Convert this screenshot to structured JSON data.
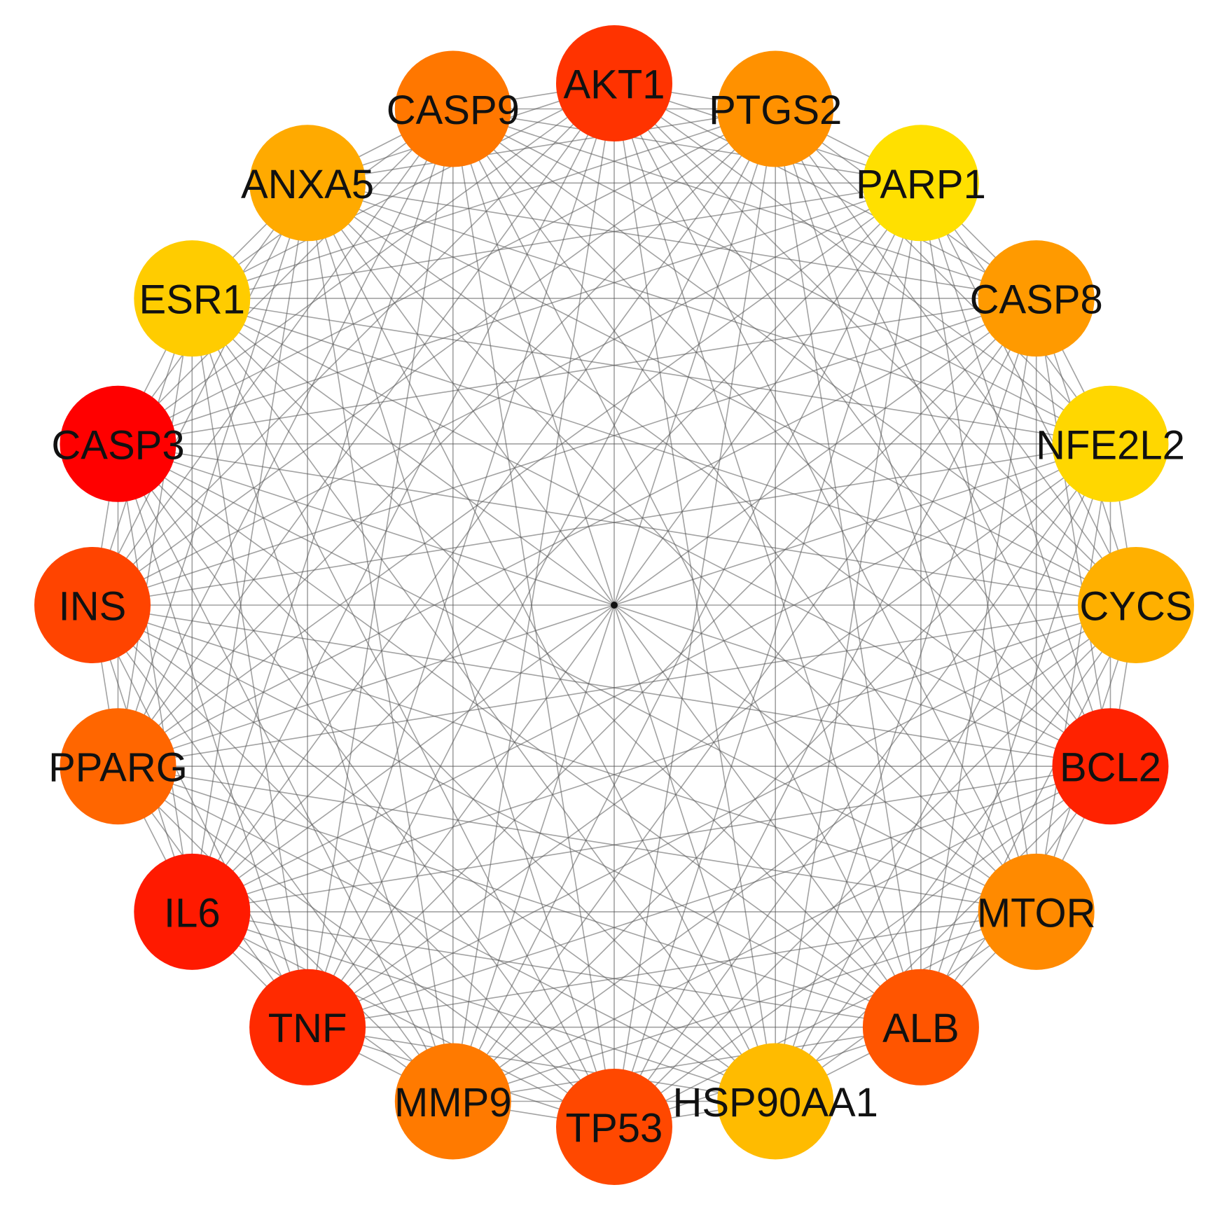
{
  "network": {
    "nodes": [
      {
        "id": "AKT1",
        "label": "AKT1",
        "color": "#FF3300"
      },
      {
        "id": "PTGS2",
        "label": "PTGS2",
        "color": "#FF9100"
      },
      {
        "id": "PARP1",
        "label": "PARP1",
        "color": "#FFE000"
      },
      {
        "id": "CASP8",
        "label": "CASP8",
        "color": "#FF9A00"
      },
      {
        "id": "NFE2L2",
        "label": "NFE2L2",
        "color": "#FFD700"
      },
      {
        "id": "CYCS",
        "label": "CYCS",
        "color": "#FFB000"
      },
      {
        "id": "BCL2",
        "label": "BCL2",
        "color": "#FF2200"
      },
      {
        "id": "MTOR",
        "label": "MTOR",
        "color": "#FF8A00"
      },
      {
        "id": "ALB",
        "label": "ALB",
        "color": "#FF5500"
      },
      {
        "id": "HSP90AA1",
        "label": "HSP90AA1",
        "color": "#FFBB00"
      },
      {
        "id": "TP53",
        "label": "TP53",
        "color": "#FF4800"
      },
      {
        "id": "MMP9",
        "label": "MMP9",
        "color": "#FF7A00"
      },
      {
        "id": "TNF",
        "label": "TNF",
        "color": "#FF2A00"
      },
      {
        "id": "IL6",
        "label": "IL6",
        "color": "#FF1A00"
      },
      {
        "id": "PPARG",
        "label": "PPARG",
        "color": "#FF6600"
      },
      {
        "id": "INS",
        "label": "INS",
        "color": "#FF4400"
      },
      {
        "id": "CASP3",
        "label": "CASP3",
        "color": "#FF0000"
      },
      {
        "id": "ESR1",
        "label": "ESR1",
        "color": "#FFCC00"
      },
      {
        "id": "ANXA5",
        "label": "ANXA5",
        "color": "#FFAA00"
      },
      {
        "id": "CASP9",
        "label": "CASP9",
        "color": "#FF7700"
      }
    ],
    "edges": "complete"
  }
}
